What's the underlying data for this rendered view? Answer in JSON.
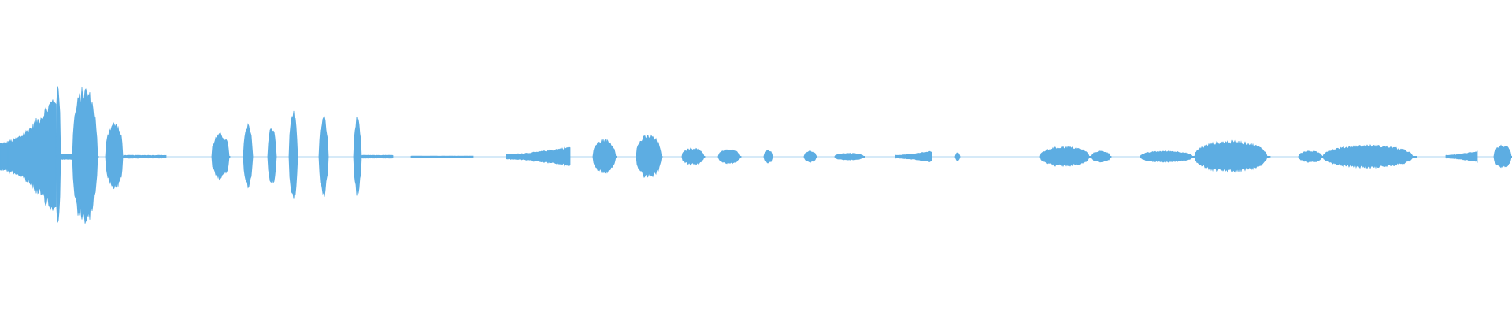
{
  "waveform": {
    "color": "#5dade2",
    "background": "#ffffff",
    "duration_fraction_note": "",
    "segments": [
      {
        "start": 0.0,
        "end": 0.005,
        "amp": 0.1,
        "shape": "flat"
      },
      {
        "start": 0.005,
        "end": 0.037,
        "amp": 0.45,
        "shape": "ramp-up"
      },
      {
        "start": 0.037,
        "end": 0.04,
        "amp": 0.52,
        "shape": "burst"
      },
      {
        "start": 0.04,
        "end": 0.048,
        "amp": 0.02,
        "shape": "flat"
      },
      {
        "start": 0.048,
        "end": 0.065,
        "amp": 0.48,
        "shape": "burst"
      },
      {
        "start": 0.07,
        "end": 0.082,
        "amp": 0.24,
        "shape": "burst"
      },
      {
        "start": 0.082,
        "end": 0.11,
        "amp": 0.01,
        "shape": "flat"
      },
      {
        "start": 0.14,
        "end": 0.152,
        "amp": 0.16,
        "shape": "burst"
      },
      {
        "start": 0.161,
        "end": 0.167,
        "amp": 0.22,
        "shape": "spike"
      },
      {
        "start": 0.177,
        "end": 0.183,
        "amp": 0.22,
        "shape": "spike"
      },
      {
        "start": 0.191,
        "end": 0.197,
        "amp": 0.32,
        "shape": "spike"
      },
      {
        "start": 0.211,
        "end": 0.217,
        "amp": 0.28,
        "shape": "spike"
      },
      {
        "start": 0.234,
        "end": 0.239,
        "amp": 0.28,
        "shape": "spike"
      },
      {
        "start": 0.239,
        "end": 0.26,
        "amp": 0.01,
        "shape": "flat"
      },
      {
        "start": 0.272,
        "end": 0.313,
        "amp": 0.005,
        "shape": "flat"
      },
      {
        "start": 0.335,
        "end": 0.377,
        "amp": 0.07,
        "shape": "ramp-up"
      },
      {
        "start": 0.392,
        "end": 0.408,
        "amp": 0.12,
        "shape": "burst"
      },
      {
        "start": 0.421,
        "end": 0.438,
        "amp": 0.15,
        "shape": "burst"
      },
      {
        "start": 0.451,
        "end": 0.466,
        "amp": 0.06,
        "shape": "burst"
      },
      {
        "start": 0.475,
        "end": 0.49,
        "amp": 0.05,
        "shape": "burst"
      },
      {
        "start": 0.505,
        "end": 0.511,
        "amp": 0.05,
        "shape": "spike"
      },
      {
        "start": 0.532,
        "end": 0.54,
        "amp": 0.04,
        "shape": "burst"
      },
      {
        "start": 0.552,
        "end": 0.572,
        "amp": 0.025,
        "shape": "burst"
      },
      {
        "start": 0.592,
        "end": 0.616,
        "amp": 0.04,
        "shape": "ramp-up"
      },
      {
        "start": 0.632,
        "end": 0.635,
        "amp": 0.03,
        "shape": "spike"
      },
      {
        "start": 0.688,
        "end": 0.722,
        "amp": 0.07,
        "shape": "burst"
      },
      {
        "start": 0.722,
        "end": 0.735,
        "amp": 0.04,
        "shape": "burst"
      },
      {
        "start": 0.754,
        "end": 0.79,
        "amp": 0.04,
        "shape": "burst"
      },
      {
        "start": 0.79,
        "end": 0.84,
        "amp": 0.11,
        "shape": "burst"
      },
      {
        "start": 0.859,
        "end": 0.875,
        "amp": 0.04,
        "shape": "burst"
      },
      {
        "start": 0.875,
        "end": 0.937,
        "amp": 0.08,
        "shape": "burst"
      },
      {
        "start": 0.956,
        "end": 0.977,
        "amp": 0.04,
        "shape": "ramp-up"
      },
      {
        "start": 0.988,
        "end": 1.0,
        "amp": 0.08,
        "shape": "burst"
      }
    ]
  }
}
